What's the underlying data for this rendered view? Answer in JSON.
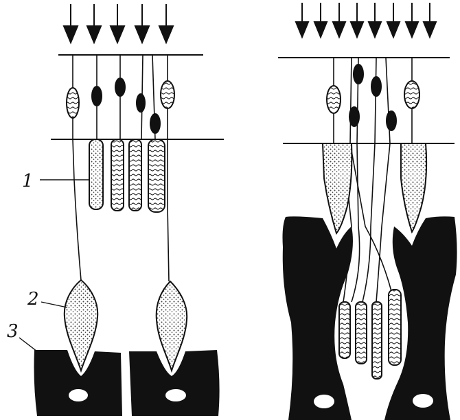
{
  "labels": {
    "one": "1",
    "two": "2",
    "three": "3"
  },
  "colors": {
    "ink": "#111111",
    "paper": "#ffffff",
    "stipple": "#444444"
  },
  "panels": [
    {
      "name": "left",
      "arrows": 5
    },
    {
      "name": "right",
      "arrows": 8
    }
  ]
}
